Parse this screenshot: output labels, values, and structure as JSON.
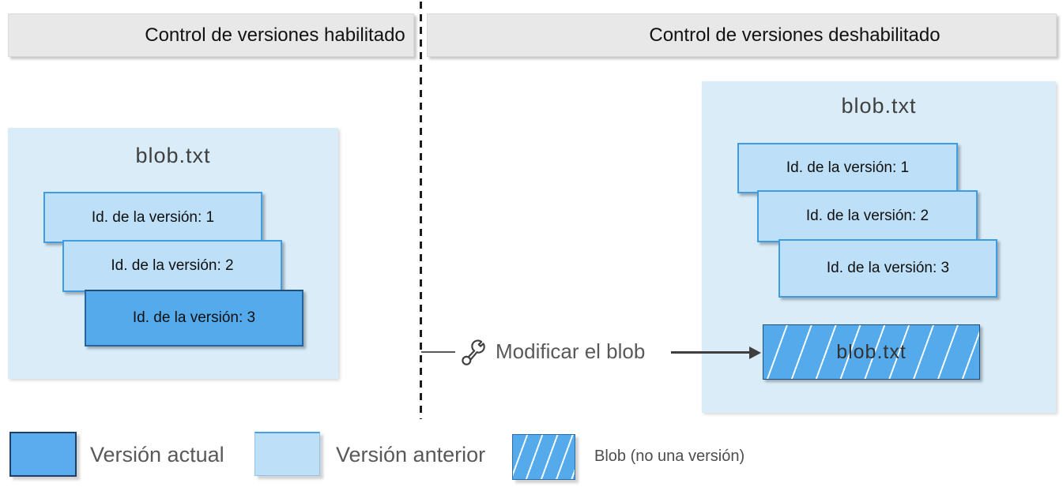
{
  "colors": {
    "current_version_blue": "#5AACEE",
    "previous_version_blue": "#BDDFF7",
    "panel_background": "#D9ECF8",
    "header_background": "#E8E8E8",
    "card_border_light": "#3E9CE3",
    "card_border_dark": "#1F4E79",
    "text_gray": "#595959"
  },
  "headers": {
    "left": "Control de versiones habilitado",
    "right": "Control de versiones deshabilitado"
  },
  "left_panel": {
    "title": "blob.txt",
    "versions": [
      {
        "label": "Id. de la versión: 1",
        "type": "previous"
      },
      {
        "label": "Id. de la versión: 2",
        "type": "previous"
      },
      {
        "label": "Id. de la versión: 3",
        "type": "current"
      }
    ]
  },
  "right_panel": {
    "title": "blob.txt",
    "versions": [
      {
        "label": "Id. de la versión: 1",
        "type": "previous"
      },
      {
        "label": "Id. de la versión: 2",
        "type": "previous"
      },
      {
        "label": "Id. de la versión: 3",
        "type": "previous"
      }
    ],
    "blob_box": {
      "label": "blob.txt"
    }
  },
  "action": {
    "icon": "wrench-icon",
    "label": "Modificar el blob"
  },
  "legend": {
    "items": [
      {
        "swatch": "current",
        "label": "Versión actual"
      },
      {
        "swatch": "previous",
        "label": "Versión anterior"
      },
      {
        "swatch": "blob-hatched",
        "label": "Blob (no una versión)"
      }
    ]
  }
}
